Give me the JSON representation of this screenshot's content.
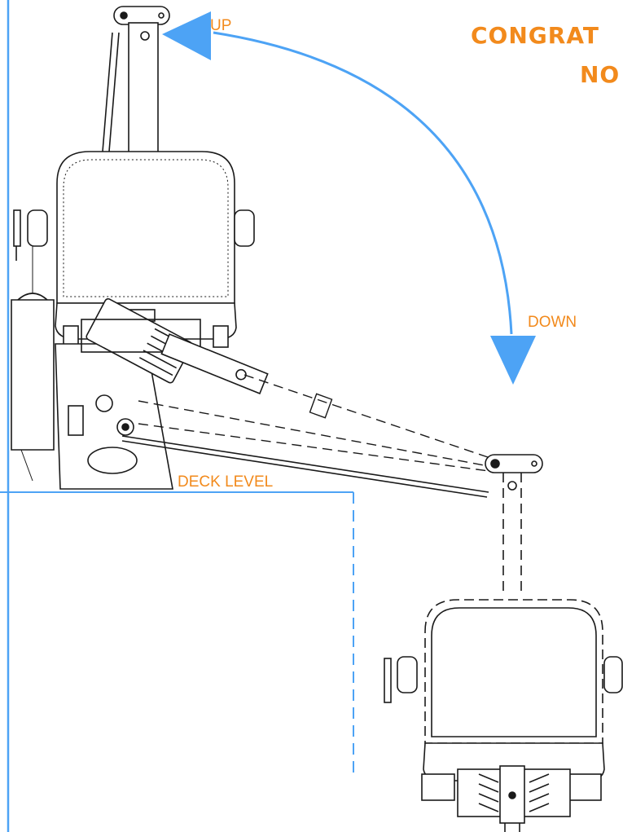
{
  "labels": {
    "up": "UP",
    "down": "DOWN",
    "deck_level": "DECK LEVEL"
  },
  "heading": {
    "line1": "CONGRAT",
    "line2": "NO"
  },
  "colors": {
    "arrow": "#4da3f5",
    "label": "#f28a1c",
    "wall": "#4da3f5",
    "drawing": "#1a1a1a"
  }
}
